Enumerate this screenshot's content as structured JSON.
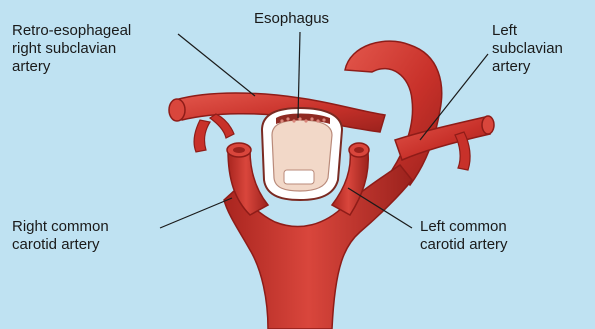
{
  "labels": {
    "esophagus": [
      "Esophagus"
    ],
    "retro_right_subclavian": [
      "Retro-esophageal",
      "right subclavian",
      "artery"
    ],
    "left_subclavian": [
      "Left",
      "subclavian",
      "artery"
    ],
    "right_common_carotid": [
      "Right common",
      "carotid artery"
    ],
    "left_common_carotid": [
      "Left common",
      "carotid artery"
    ]
  },
  "colors": {
    "background": "#bfe2f2",
    "artery": "#c8312a",
    "artery_dark": "#8e1c18",
    "artery_light": "#e6675c",
    "esophagus_tissue": "#f2d8c8",
    "leader_line": "#1a1a1a"
  }
}
